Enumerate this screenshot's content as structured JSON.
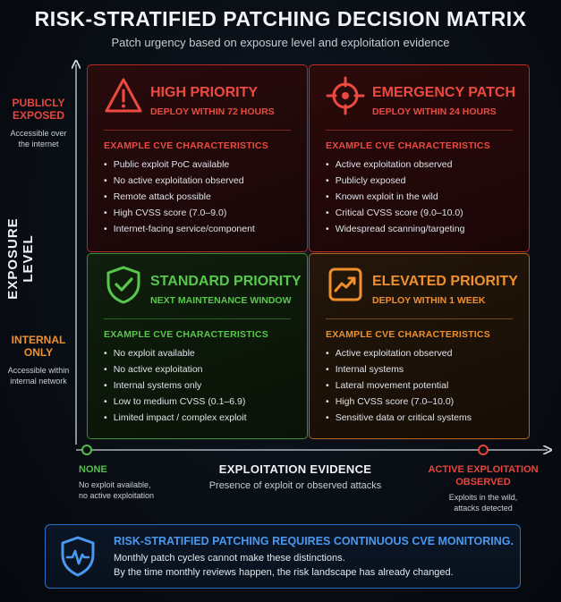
{
  "header": {
    "title": "RISK-STRATIFIED PATCHING DECISION MATRIX",
    "subtitle": "Patch urgency based on exposure level and exploitation evidence"
  },
  "y_axis": {
    "label": "EXPOSURE LEVEL",
    "high": {
      "title": "PUBLICLY EXPOSED",
      "desc": "Accessible over the internet"
    },
    "low": {
      "title": "INTERNAL ONLY",
      "desc": "Accessible within internal network"
    }
  },
  "x_axis": {
    "label": "EXPLOITATION EVIDENCE",
    "sub": "Presence of exploit or observed attacks",
    "low": {
      "title": "NONE",
      "desc_line1": "No exploit available,",
      "desc_line2": "no active exploitation"
    },
    "high": {
      "title_line1": "ACTIVE EXPLOITATION",
      "title_line2": "OBSERVED",
      "desc_line1": "Exploits in the wild,",
      "desc_line2": "attacks detected"
    }
  },
  "quadrants": {
    "high_priority": {
      "icon": "warning-triangle-icon",
      "title": "HIGH PRIORITY",
      "sub": "DEPLOY WITHIN 72 HOURS",
      "heading": "EXAMPLE CVE CHARACTERISTICS",
      "items": [
        "Public exploit PoC available",
        "No active exploitation observed",
        "Remote attack possible",
        "High CVSS score (7.0–9.0)",
        "Internet-facing service/component"
      ],
      "color": "#ec4a40"
    },
    "emergency_patch": {
      "icon": "crosshair-target-icon",
      "title": "EMERGENCY PATCH",
      "sub": "DEPLOY WITHIN 24 HOURS",
      "heading": "EXAMPLE CVE CHARACTERISTICS",
      "items": [
        "Active exploitation observed",
        "Publicly exposed",
        "Known exploit in the wild",
        "Critical CVSS score (9.0–10.0)",
        "Widespread scanning/targeting"
      ],
      "color": "#ec4a40"
    },
    "standard_priority": {
      "icon": "shield-check-icon",
      "title": "STANDARD PRIORITY",
      "sub": "NEXT MAINTENANCE WINDOW",
      "heading": "EXAMPLE CVE CHARACTERISTICS",
      "items": [
        "No exploit available",
        "No active exploitation",
        "Internal systems only",
        "Low to medium CVSS (0.1–6.9)",
        "Limited impact / complex exploit"
      ],
      "color": "#58c84d"
    },
    "elevated_priority": {
      "icon": "trend-up-chart-icon",
      "title": "ELEVATED PRIORITY",
      "sub": "DEPLOY WITHIN 1 WEEK",
      "heading": "EXAMPLE CVE CHARACTERISTICS",
      "items": [
        "Active exploitation observed",
        "Internal systems",
        "Lateral movement potential",
        "High CVSS score (7.0–10.0)",
        "Sensitive data or critical systems"
      ],
      "color": "#f0902c"
    }
  },
  "banner": {
    "icon": "shield-heartbeat-icon",
    "title": "RISK-STRATIFIED PATCHING REQUIRES CONTINUOUS CVE MONITORING.",
    "line1": "Monthly patch cycles cannot make these distinctions.",
    "line2": "By the time monthly reviews happen, the risk landscape has already changed.",
    "color": "#4a98f0"
  }
}
